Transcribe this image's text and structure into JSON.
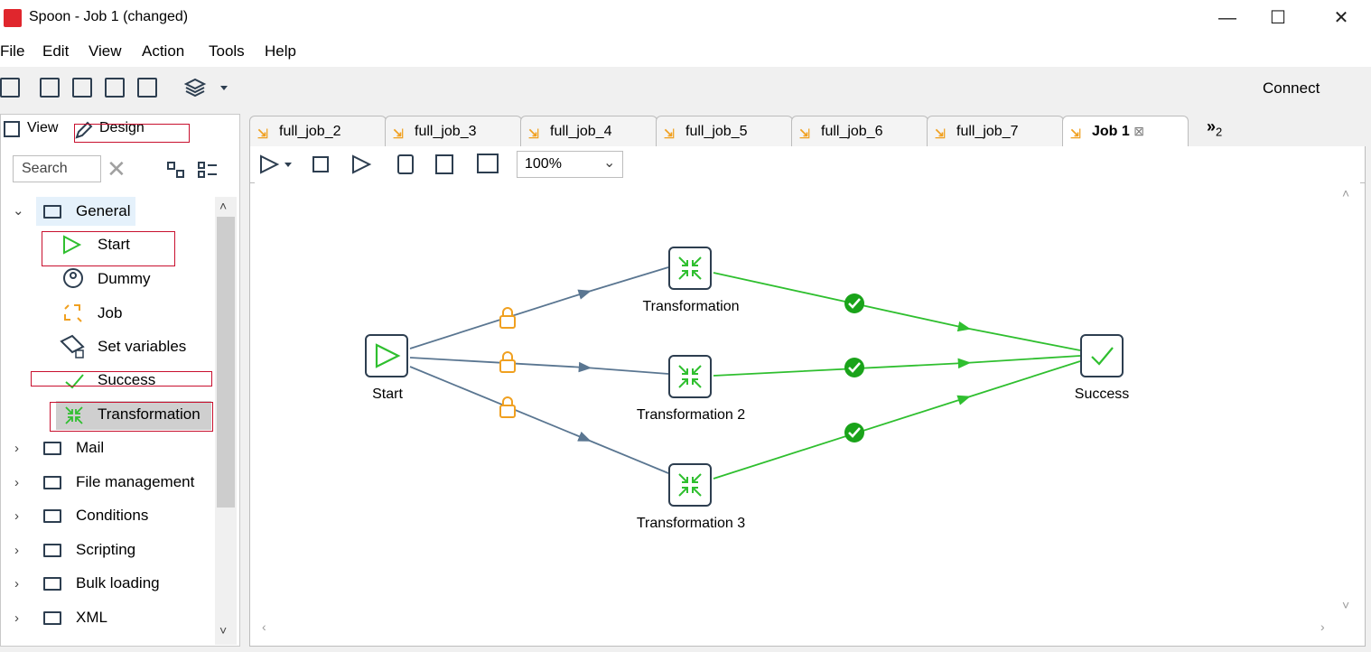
{
  "window": {
    "title": "Spoon - Job 1 (changed)",
    "controls": {
      "minimize": "—",
      "maximize": "☐",
      "close": "✕"
    }
  },
  "menu": [
    "File",
    "Edit",
    "View",
    "Action",
    "Tools",
    "Help"
  ],
  "toolbar": {
    "connect_label": "Connect",
    "icons": [
      "new-file-icon",
      "open-file-icon",
      "explore-icon",
      "save-icon",
      "save-as-icon",
      "layers-icon"
    ]
  },
  "left_panel": {
    "tabs": [
      {
        "label": "View"
      },
      {
        "label": "Design"
      }
    ],
    "search_label": "Search",
    "tree": {
      "general_label": "General",
      "general_items": [
        {
          "label": "Start",
          "icon": "start-icon"
        },
        {
          "label": "Dummy",
          "icon": "dummy-icon"
        },
        {
          "label": "Job",
          "icon": "job-icon"
        },
        {
          "label": "Set variables",
          "icon": "set-variables-icon"
        },
        {
          "label": "Success",
          "icon": "success-icon"
        },
        {
          "label": "Transformation",
          "icon": "transformation-icon"
        }
      ],
      "folders": [
        "Mail",
        "File management",
        "Conditions",
        "Scripting",
        "Bulk loading",
        "XML"
      ]
    }
  },
  "tabs": [
    {
      "label": "full_job_2"
    },
    {
      "label": "full_job_3"
    },
    {
      "label": "full_job_4"
    },
    {
      "label": "full_job_5"
    },
    {
      "label": "full_job_6"
    },
    {
      "label": "full_job_7"
    },
    {
      "label": "Job 1",
      "active": true
    }
  ],
  "tabs_overflow": "»",
  "tabs_overflow_count": "2",
  "tab_close_glyph": "⊠",
  "canvas_toolbar": {
    "zoom": "100%"
  },
  "canvas": {
    "nodes": {
      "start": "Start",
      "transformation_1": "Transformation",
      "transformation_2": "Transformation 2",
      "transformation_3": "Transformation 3",
      "success": "Success"
    }
  },
  "colors": {
    "accent_green": "#2fbf2f",
    "hop_blue": "#5a7691",
    "lock_orange": "#f0a020",
    "highlight_red": "#c8102e"
  }
}
